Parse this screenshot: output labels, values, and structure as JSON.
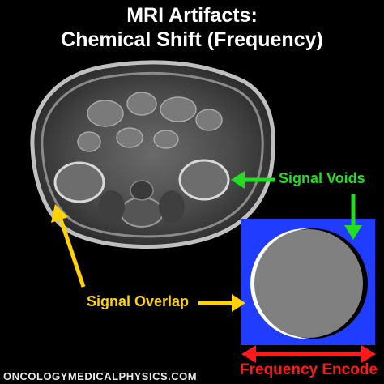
{
  "title": {
    "line1": "MRI Artifacts:",
    "line2": "Chemical Shift (Frequency)"
  },
  "labels": {
    "signal_voids": "Signal Voids",
    "signal_overlap": "Signal Overlap",
    "frequency_encode": "Frequency Encode"
  },
  "footer": "ONCOLOGYMEDICALPHYSICS.COM",
  "colors": {
    "background": "#000000",
    "title": "#ffffff",
    "signal_voids_arrow": "#22dd22",
    "signal_overlap_arrow": "#ffd200",
    "frequency_arrow": "#ff1a1a",
    "phantom_box": "#1f3cff",
    "phantom_disk": "#808080"
  }
}
